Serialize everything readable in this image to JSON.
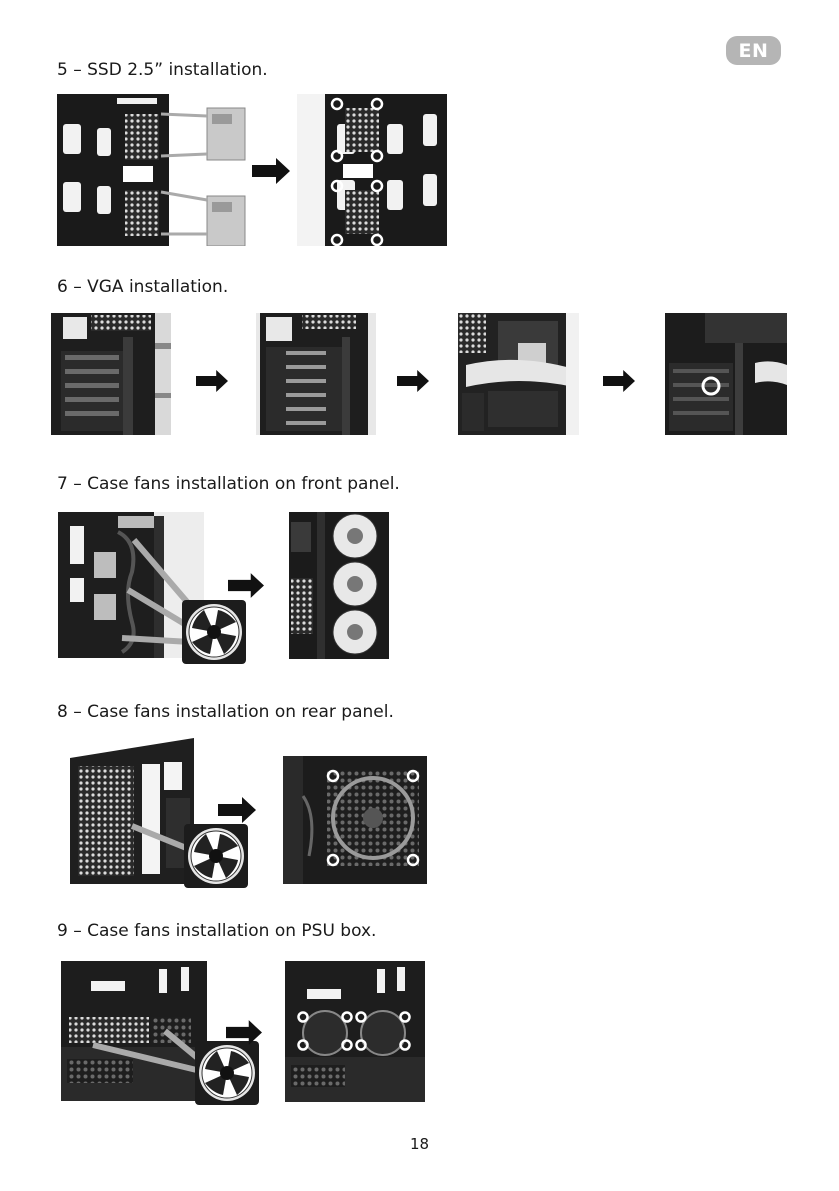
{
  "language_badge": "EN",
  "steps": [
    {
      "heading": "5 – SSD 2.5” installation."
    },
    {
      "heading": "6 – VGA installation."
    },
    {
      "heading": "7 – Case fans installation on front panel."
    },
    {
      "heading": "8 – Case fans installation on rear panel."
    },
    {
      "heading": "9 – Case fans installation on PSU box."
    }
  ],
  "page_number": "18"
}
